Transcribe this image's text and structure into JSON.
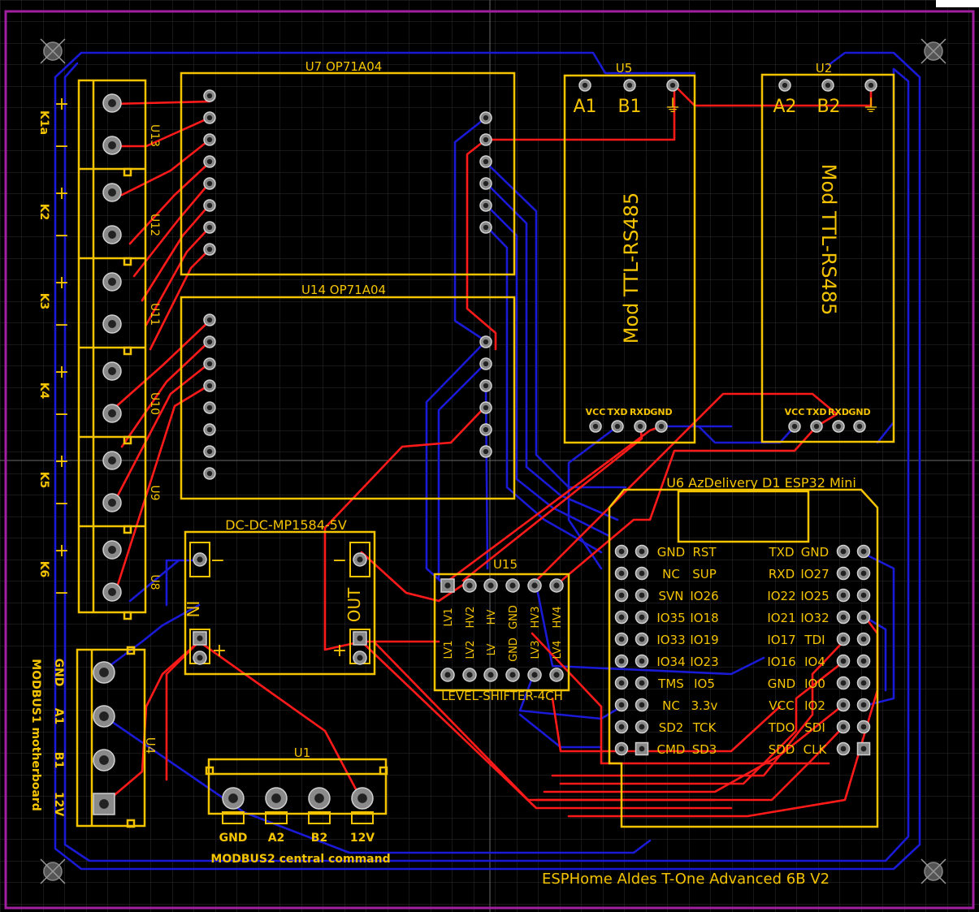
{
  "board_title": "ESPHome Aldes T-One Advanced 6B V2",
  "components": {
    "u7": "U7 OP71A04",
    "u14": "U14 OP71A04",
    "u5": "U5",
    "u2": "U2",
    "rs485_label": "Mod TTL-RS485",
    "u6": "U6 AzDelivery D1 ESP32 Mini",
    "dcdc": "DC-DC-MP1584-5V",
    "dcdc_in": "IN",
    "dcdc_out": "OUT",
    "minus": "−",
    "plus": "+",
    "u15": "U15",
    "level_shifter": "LEVEL-SHIFTER-4CH",
    "u1": "U1",
    "u4": "U4",
    "modbus1": "MODBUS1 motherboard",
    "modbus2": "MODBUS2 central command"
  },
  "rs485_top_pins": {
    "a1": "A1",
    "b1": "B1",
    "a2": "A2",
    "b2": "B2",
    "gnd_sym": "⏚"
  },
  "rs485_bottom_pins": [
    "VCC",
    "TXD",
    "RXD",
    "GND"
  ],
  "relay_blocks": [
    {
      "k": "K1a",
      "u": "U13"
    },
    {
      "k": "K2",
      "u": "U12"
    },
    {
      "k": "K3",
      "u": "U11"
    },
    {
      "k": "K4",
      "u": "U10"
    },
    {
      "k": "K5",
      "u": "U9"
    },
    {
      "k": "K6",
      "u": "U8"
    }
  ],
  "u4_pins": [
    "GND",
    "A1",
    "B1",
    "12V"
  ],
  "u1_pins": [
    "GND",
    "A2",
    "B2",
    "12V"
  ],
  "shifter_top": [
    "LV1",
    "HV2",
    "HV",
    "GND",
    "HV3",
    "HV4"
  ],
  "shifter_bottom": [
    "LV1",
    "LV2",
    "LV",
    "GND",
    "LV3",
    "LV4"
  ],
  "esp32_rows": [
    [
      "GND",
      "RST",
      "TXD",
      "GND"
    ],
    [
      "NC",
      "SUP",
      "RXD",
      "IO27"
    ],
    [
      "SVN",
      "IO26",
      "IO22",
      "IO25"
    ],
    [
      "IO35",
      "IO18",
      "IO21",
      "IO32"
    ],
    [
      "IO33",
      "IO19",
      "IO17",
      "TDI"
    ],
    [
      "IO34",
      "IO23",
      "IO16",
      "IO4"
    ],
    [
      "TMS",
      "IO5",
      "GND",
      "IO0"
    ],
    [
      "NC",
      "3.3v",
      "VCC",
      "IO2"
    ],
    [
      "SD2",
      "TCK",
      "TDO",
      "SDI"
    ],
    [
      "CMD",
      "SD3",
      "SDD",
      "CLK"
    ]
  ],
  "colors": {
    "background": "#000000",
    "silkscreen": "#f5c400",
    "top_copper": "#ff1a1a",
    "bottom_copper": "#1a1ad6",
    "board_outline": "#a020a0"
  }
}
